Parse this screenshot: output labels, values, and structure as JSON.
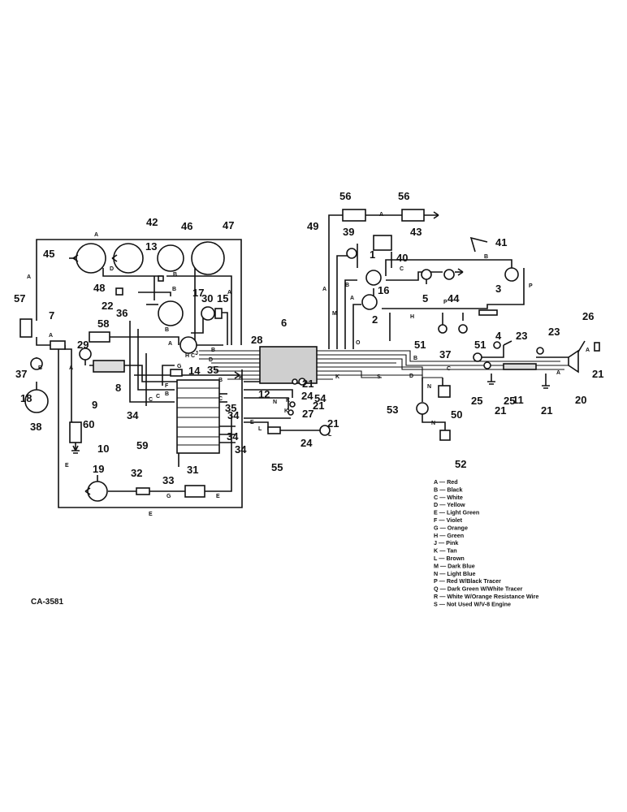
{
  "figure_id": "CA-3581",
  "legend": [
    {
      "code": "A",
      "color": "Red"
    },
    {
      "code": "B",
      "color": "Black"
    },
    {
      "code": "C",
      "color": "White"
    },
    {
      "code": "D",
      "color": "Yellow"
    },
    {
      "code": "E",
      "color": "Light Green"
    },
    {
      "code": "F",
      "color": "Violet"
    },
    {
      "code": "G",
      "color": "Orange"
    },
    {
      "code": "H",
      "color": "Green"
    },
    {
      "code": "J",
      "color": "Pink"
    },
    {
      "code": "K",
      "color": "Tan"
    },
    {
      "code": "L",
      "color": "Brown"
    },
    {
      "code": "M",
      "color": "Dark Blue"
    },
    {
      "code": "N",
      "color": "Light Blue"
    },
    {
      "code": "P",
      "color": "Red W/Black Tracer"
    },
    {
      "code": "Q",
      "color": "Dark Green W/White Tracer"
    },
    {
      "code": "R",
      "color": "White W/Orange Resistance Wire"
    },
    {
      "code": "S",
      "color": "Not Used W/V-8 Engine"
    }
  ],
  "callouts": [
    "1",
    "2",
    "3",
    "4",
    "5",
    "6",
    "7",
    "8",
    "9",
    "10",
    "11",
    "12",
    "13",
    "14",
    "15",
    "16",
    "17",
    "18",
    "19",
    "20",
    "21",
    "22",
    "23",
    "24",
    "25",
    "26",
    "27",
    "28",
    "29",
    "30",
    "31",
    "32",
    "33",
    "34",
    "35",
    "36",
    "37",
    "38",
    "39",
    "40",
    "41",
    "42",
    "43",
    "44",
    "45",
    "46",
    "47",
    "48",
    "49",
    "50",
    "51",
    "52",
    "53",
    "54",
    "55",
    "56",
    "57",
    "58",
    "59",
    "60"
  ]
}
